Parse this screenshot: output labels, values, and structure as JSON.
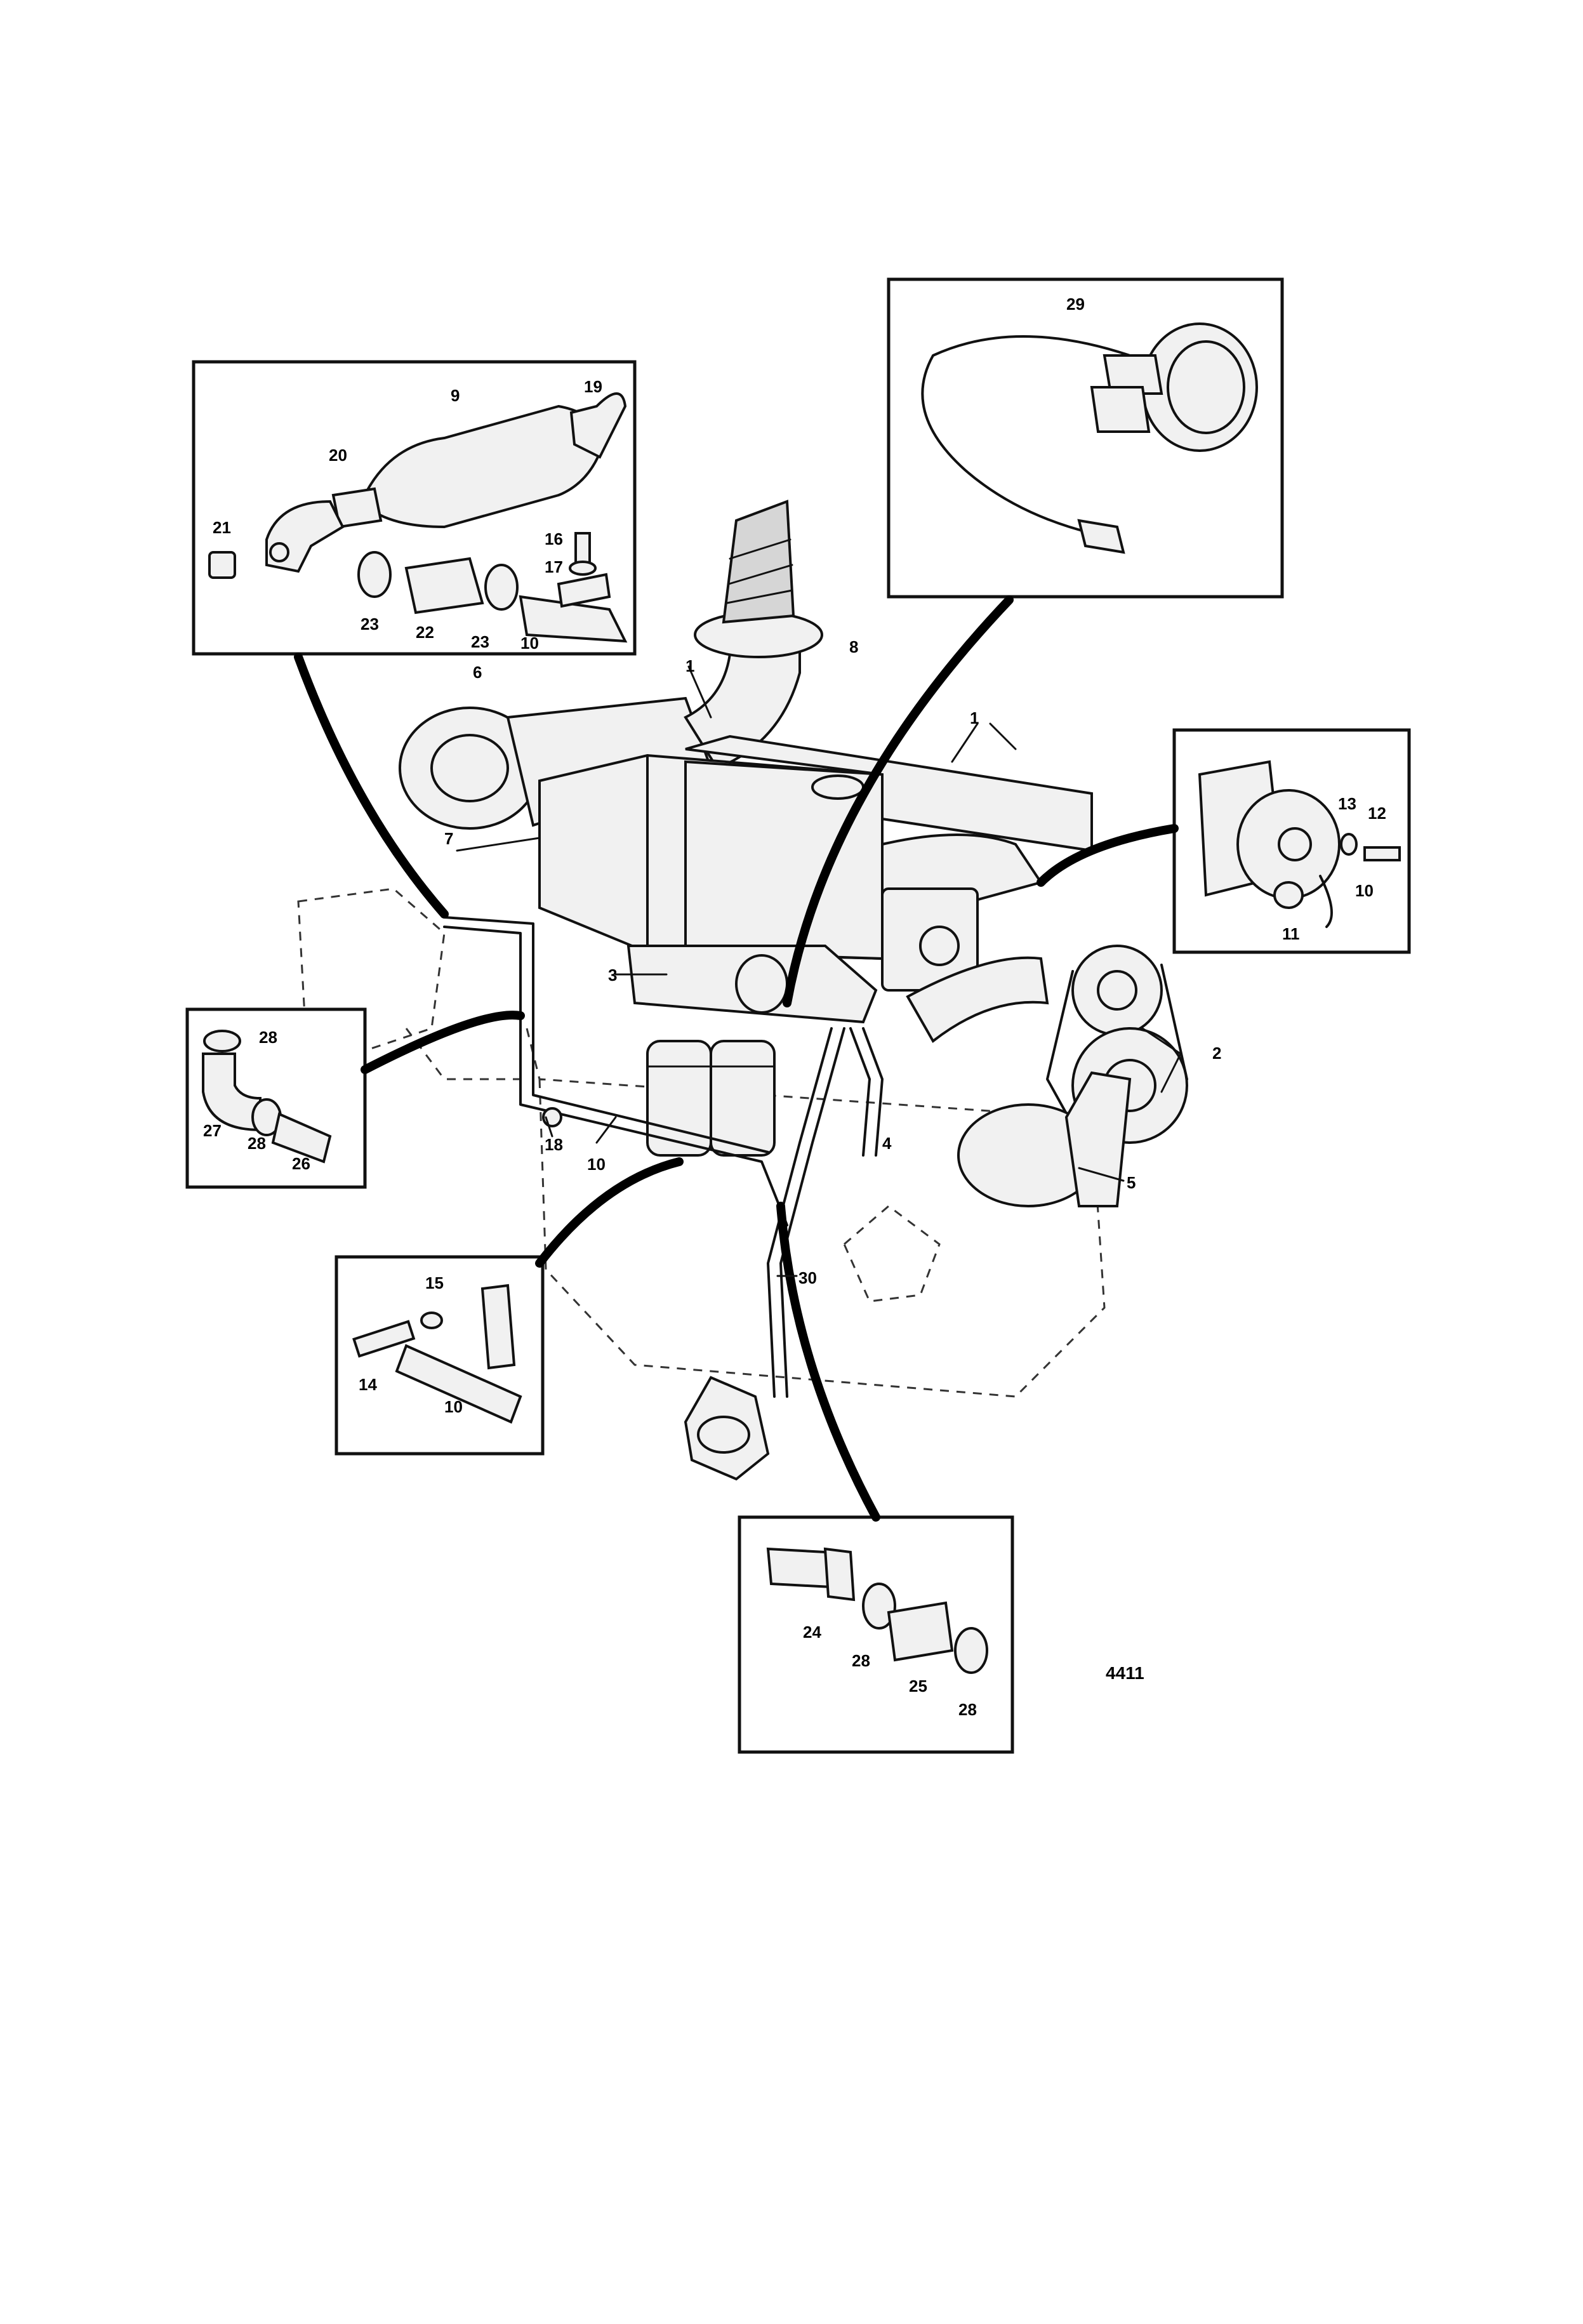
{
  "figure_number": "4411",
  "labels": {
    "main": {
      "l1a": "1",
      "l1b": "1",
      "l2": "2",
      "l3": "3",
      "l4": "4",
      "l5": "5",
      "l6": "6",
      "l7": "7",
      "l8": "8",
      "l10": "10",
      "l18": "18",
      "l30": "30"
    },
    "inset_filter": {
      "l9": "9",
      "l16": "16",
      "l17": "17",
      "l19": "19",
      "l20": "20",
      "l21": "21",
      "l22": "22",
      "l23a": "23",
      "l23b": "23",
      "l10": "10"
    },
    "inset_gauge": {
      "l29": "29"
    },
    "inset_sender": {
      "l10": "10",
      "l11": "11",
      "l12": "12",
      "l13": "13"
    },
    "inset_elbow": {
      "l26": "26",
      "l27": "27",
      "l28a": "28",
      "l28b": "28"
    },
    "inset_clamp": {
      "l10": "10",
      "l14": "14",
      "l15": "15"
    },
    "inset_hose": {
      "l24": "24",
      "l25": "25",
      "l28a": "28",
      "l28b": "28"
    }
  }
}
